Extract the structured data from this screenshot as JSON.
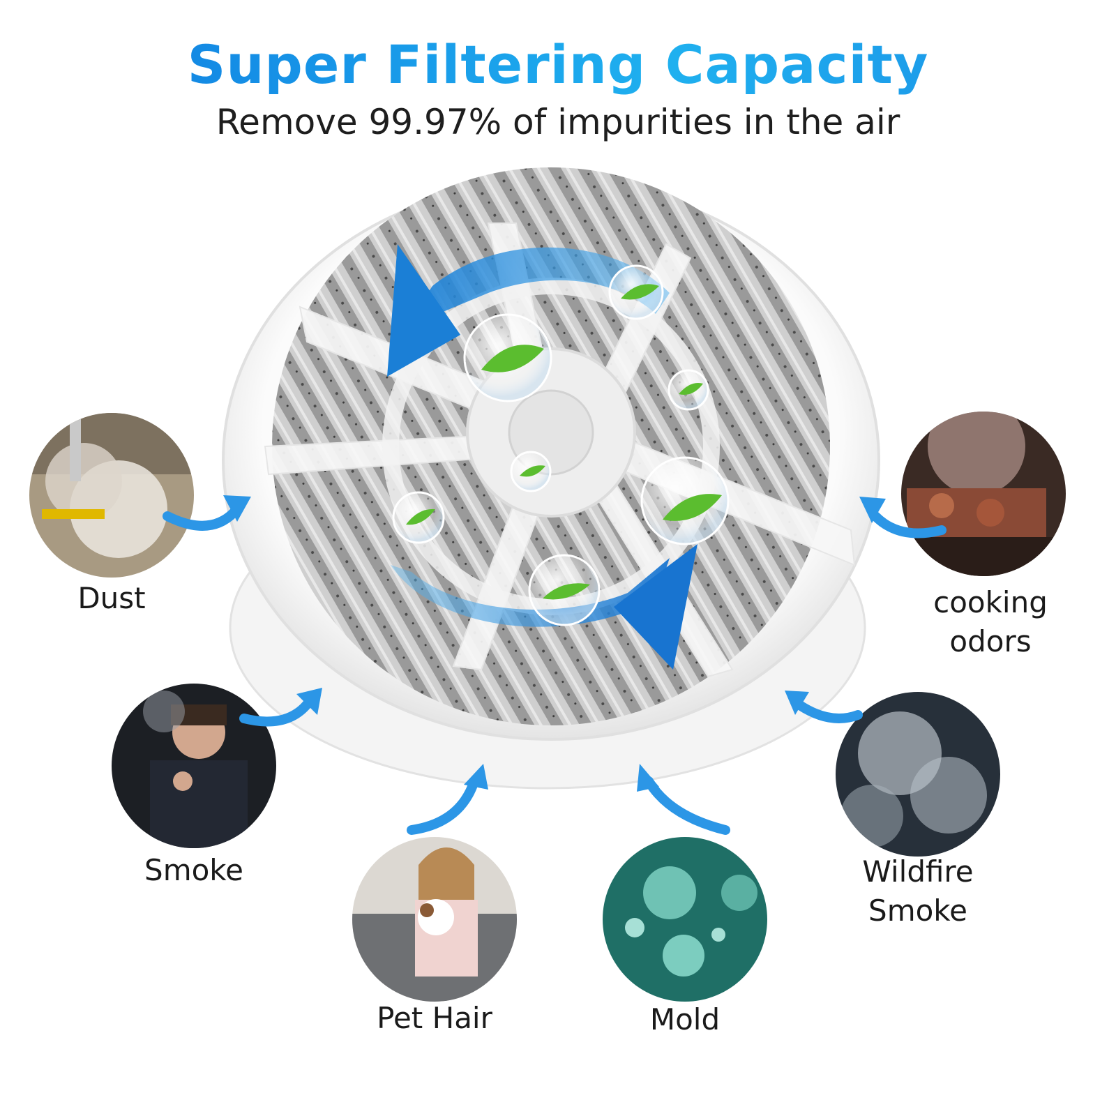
{
  "header": {
    "title": "Super Filtering Capacity",
    "subtitle": "Remove 99.97% of impurities in the air"
  },
  "impurities": [
    {
      "id": "dust",
      "label": "Dust"
    },
    {
      "id": "cooking",
      "label": "cooking\nodors"
    },
    {
      "id": "smoke",
      "label": "Smoke"
    },
    {
      "id": "wildfire",
      "label": "Wildfire\nSmoke"
    },
    {
      "id": "pethair",
      "label": "Pet Hair"
    },
    {
      "id": "mold",
      "label": "Mold"
    }
  ],
  "colors": {
    "accent": "#1a8ee8",
    "arrow": "#1e88e5",
    "leaf": "#5bbd2f",
    "filter_frame": "#f2f2f2",
    "filter_media": "#8c8c8c"
  },
  "icons": [
    "blue-arrow-icon",
    "leaf-bubble-icon",
    "rotation-arrow-icon"
  ]
}
